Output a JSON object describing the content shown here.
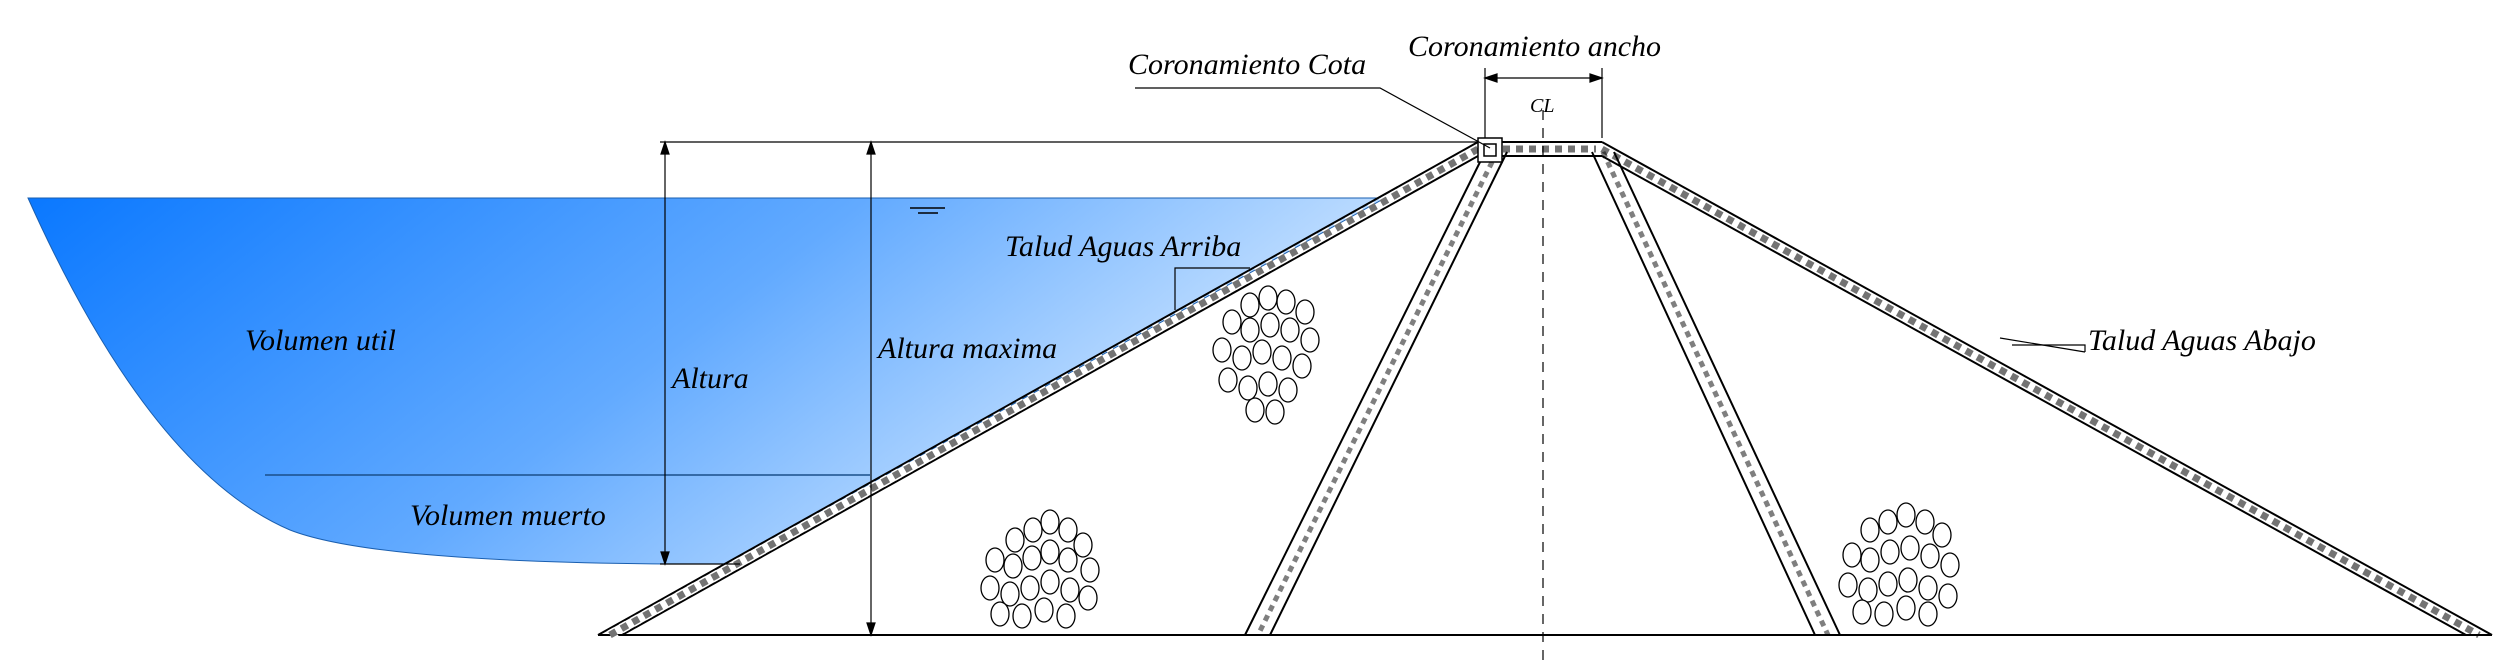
{
  "labels": {
    "crest_elevation": "Coronamiento Cota",
    "crest_width": "Coronamiento ancho",
    "centerline": "CL",
    "upstream_slope": "Talud Aguas Arriba",
    "downstream_slope": "Talud Aguas Abajo",
    "live_volume": "Volumen util",
    "dead_volume": "Volumen muerto",
    "height": "Altura",
    "max_height": "Altura maxima"
  },
  "colors": {
    "water_deep": "#0a78ff",
    "water_light": "#cfe6ff",
    "line": "#000000"
  }
}
